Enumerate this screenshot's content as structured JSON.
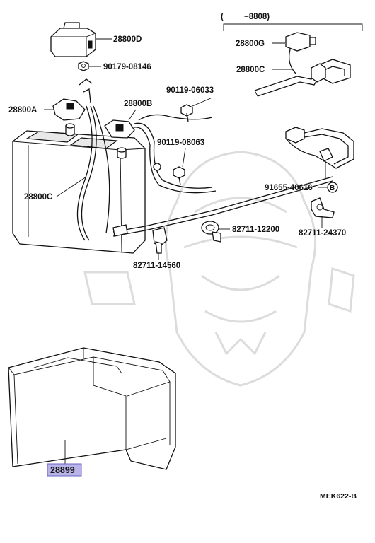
{
  "labels": {
    "range_open": "(",
    "range_code": "−8808)",
    "p_28800D": "28800D",
    "p_90179_08146": "90179-08146",
    "p_28800A": "28800A",
    "p_28800B": "28800B",
    "p_90119_06033": "90119-06033",
    "p_90119_08063": "90119-08063",
    "p_28800C_battery": "28800C",
    "p_28800G": "28800G",
    "p_28800C_top": "28800C",
    "p_91655_40616": "91655-40616",
    "p_marker_B": "B",
    "p_82711_12200": "82711-12200",
    "p_82711_24370": "82711-24370",
    "p_82711_14560": "82711-14560",
    "p_28899": "28899",
    "figure_code": "MEK622-B"
  },
  "colors": {
    "highlight_fill": "#b9b4e8",
    "highlight_border": "#6b64c4",
    "line": "#111111",
    "watermark": "#dcdcdc"
  }
}
